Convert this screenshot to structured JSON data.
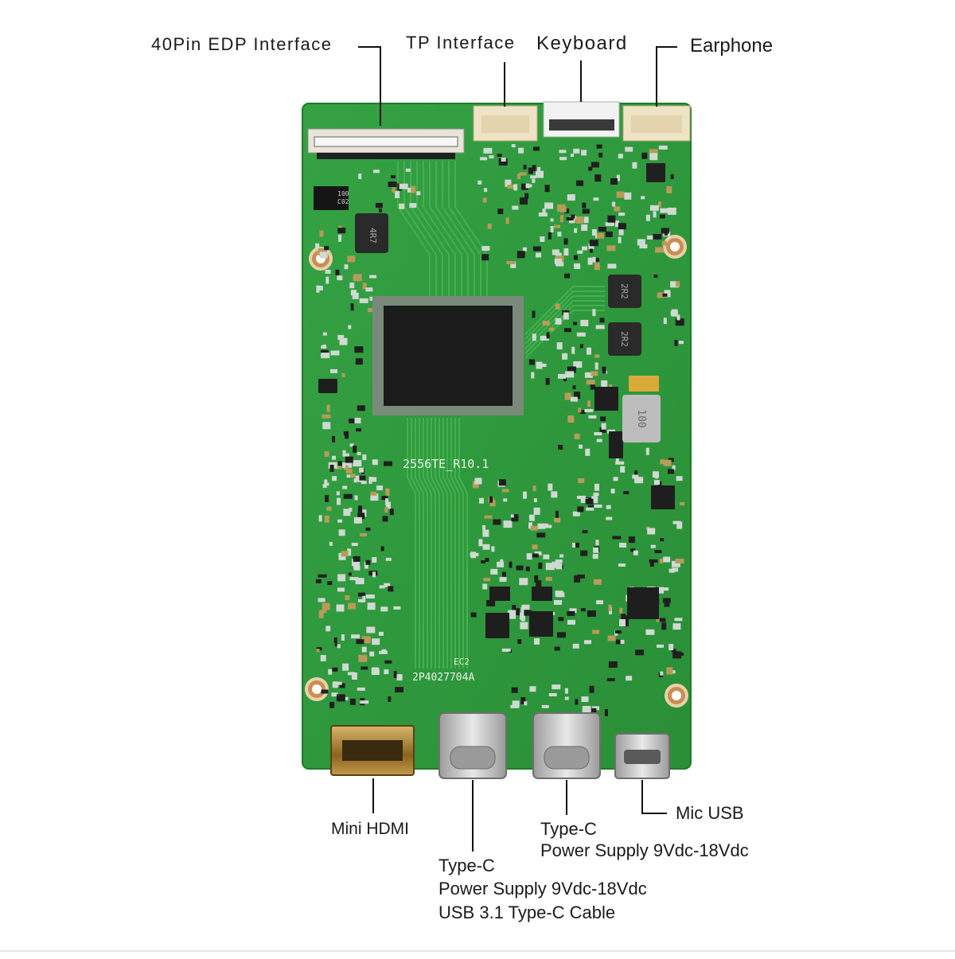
{
  "labels": {
    "edp": "40Pin EDP Interface",
    "tp": "TP Interface",
    "keyboard": "Keyboard",
    "earphone": "Earphone",
    "mini_hdmi": "Mini HDMI",
    "typec1_line1": "Type-C",
    "typec1_line2": "Power Supply 9Vdc-18Vdc",
    "typec1_line3": "USB 3.1 Type-C Cable",
    "typec2_line1": "Type-C",
    "typec2_line2": "Power Supply 9Vdc-18Vdc",
    "mic_usb": "Mic USB"
  },
  "board": {
    "silk_model": "2556TE_R10.1",
    "silk_part": "2P4027704A",
    "inductor_1": "4R7",
    "inductor_2": "2R2",
    "inductor_3": "2R2",
    "inductor_4": "100",
    "cap_mark_line1": "100",
    "cap_mark_line2": "C02",
    "silk_small": "EC2"
  },
  "colors": {
    "pcb": "#2f9a3c",
    "pcb_dark": "#1f7a2a",
    "trace": "#45b24f",
    "pad": "#c9d6cf",
    "chip": "#1c1c1c",
    "connector_white": "#efe6d2",
    "metal": "#c8c8c8",
    "gold": "#b08a3a",
    "leader": "#111111"
  }
}
